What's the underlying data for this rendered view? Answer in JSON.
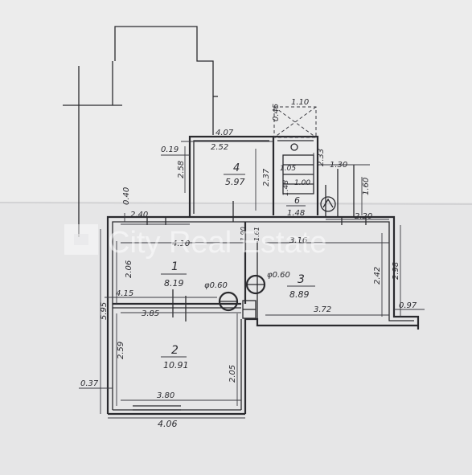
{
  "plan": {
    "background_color": "#e9e9ea",
    "ink_color": "#2a2a2e",
    "rooms": [
      {
        "number": "1",
        "area": "8.19"
      },
      {
        "number": "2",
        "area": "10.91"
      },
      {
        "number": "3",
        "area": "8.89"
      },
      {
        "number": "4",
        "area": "5.97"
      },
      {
        "number": "6",
        "area": "1.48"
      }
    ],
    "dimensions": {
      "d_1_10": "1.10",
      "d_0_45": "0.45",
      "d_4_07": "4.07",
      "d_0_19": "0.19",
      "d_2_52": "2.52",
      "d_2_58": "2.58",
      "d_2_37": "2.37",
      "d_1_05": "1.05",
      "d_1_00": "1.00",
      "d_1_48_side": "1.48",
      "d_2_33": "2.33",
      "d_1_30": "1.30",
      "d_1_60": "1.60",
      "d_0_40": "0.40",
      "d_2_40": "2.40",
      "d_2_20": "2.20",
      "d_3_16": "3.16",
      "d_4_10": "4.10",
      "d_2_06": "2.06",
      "d_4_15": "4.15",
      "d_3_85": "3.85",
      "d_5_95": "5.95",
      "d_2_59": "2.59",
      "d_2_05": "2.05",
      "d_2_98": "2.98",
      "d_2_42": "2.42",
      "d_3_72": "3.72",
      "d_0_97": "0.97",
      "d_0_37": "0.37",
      "d_3_80": "3.80",
      "d_4_06": "4.06",
      "d_1_90": "1.90",
      "d_1_61": "1.61"
    },
    "fixtures": {
      "chimney_left": "φ0.60",
      "chimney_right": "φ0.60"
    },
    "watermark": "City Real Estate"
  }
}
